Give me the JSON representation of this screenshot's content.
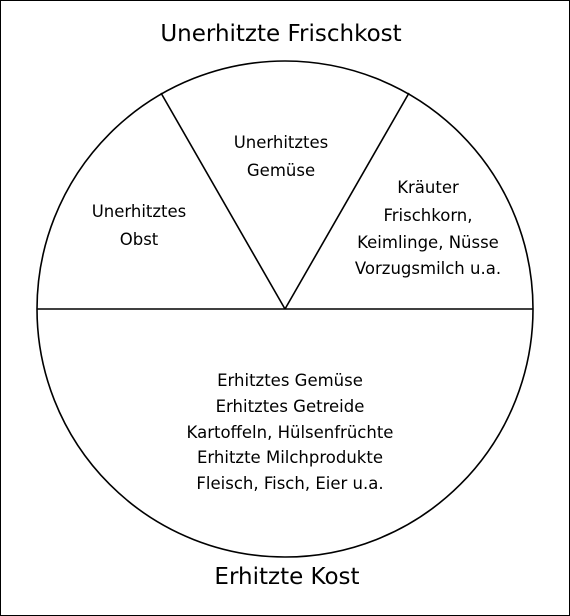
{
  "top_title": "Unerhitzte Frischkost",
  "bottom_title": "Erhitzte Kost",
  "segments": {
    "obst": [
      "Unerhitztes",
      "Obst"
    ],
    "gemuese": [
      "Unerhitztes",
      "Gemüse"
    ],
    "kraeuter": [
      "Kräuter",
      "Frischkorn,",
      "Keimlinge, Nüsse",
      "Vorzugsmilch u.a."
    ],
    "erhitzt": [
      "Erhitztes Gemüse",
      "Erhitztes Getreide",
      "Kartoffeln, Hülsenfrüchte",
      "Erhitzte Milchprodukte",
      "Fleisch, Fisch, Eier u.a."
    ]
  },
  "colors": {
    "line": "#000000",
    "background": "#ffffff"
  }
}
